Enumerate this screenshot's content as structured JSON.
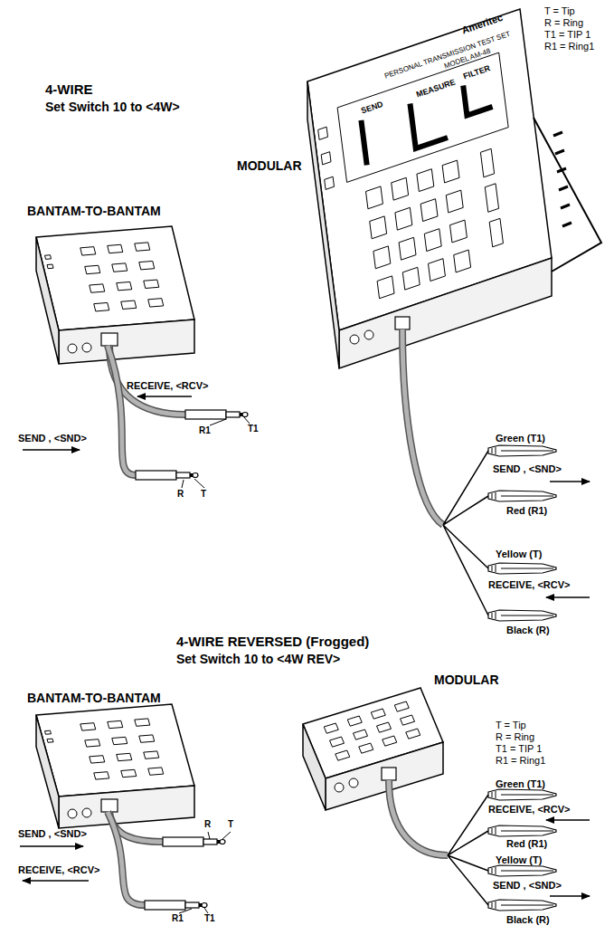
{
  "diagram": {
    "labels": [
      "T = Tip",
      "R = Ring",
      "T1 = TIP 1",
      "R1 = Ring1",
      "4-WIRE",
      "Set Switch 10 to <4W>",
      "MODULAR",
      "BANTAM-TO-BANTAM",
      "Ameritec",
      "PERSONAL TRANSMISSION TEST SET",
      "MODEL AM-48",
      "SEND",
      "MEASURE",
      "FILTER",
      "RECEIVE, <RCV>",
      "R1",
      "T1",
      "SEND , <SND>",
      "R",
      "T",
      "Green (T1)",
      "SEND , <SND>",
      "Red (R1)",
      "Yellow (T)",
      "RECEIVE, <RCV>",
      "Black (R)",
      "4-WIRE REVERSED (Frogged)",
      "Set Switch 10 to <4W REV>",
      "BANTAM-TO-BANTAM",
      "MODULAR",
      "T = Tip",
      "R = Ring",
      "T1 = TIP 1",
      "R1 = Ring1",
      "SEND , <SND>",
      "R",
      "T",
      "RECEIVE, <RCV>",
      "R1",
      "T1",
      "Green (T1)",
      "RECEIVE, <RCV>",
      "Red (R1)",
      "Yellow (T)",
      "SEND , <SND>",
      "Black (R)"
    ]
  }
}
